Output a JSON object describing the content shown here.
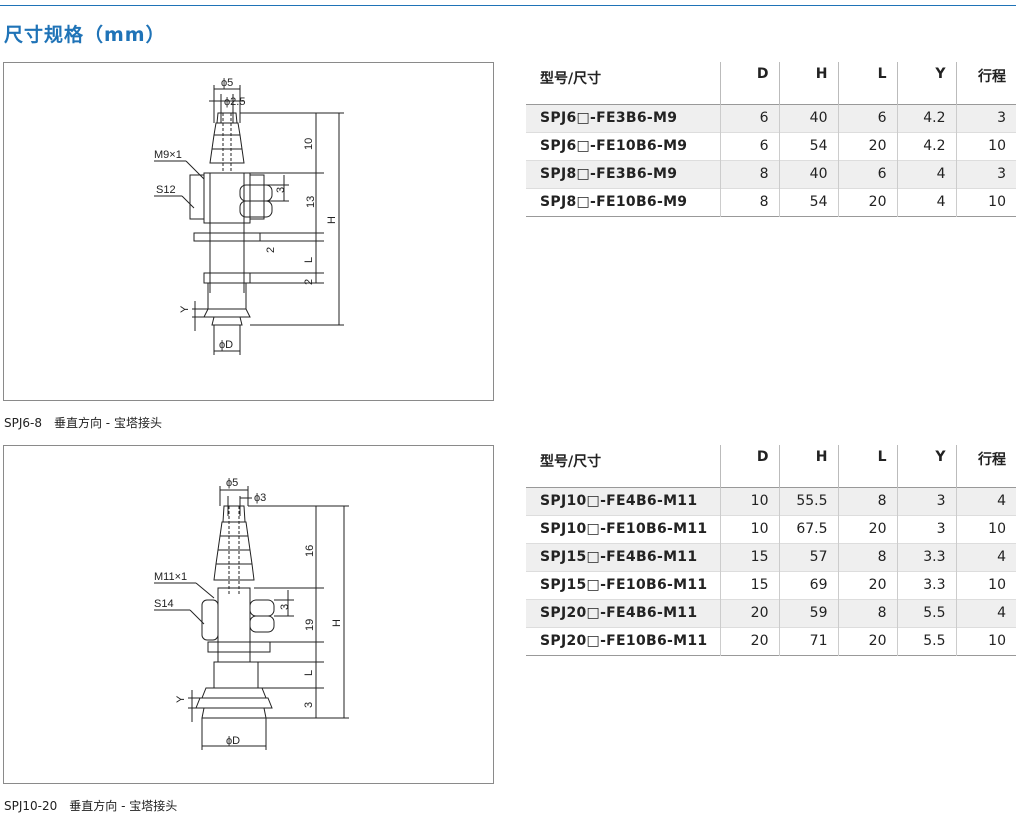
{
  "page": {
    "title": "尺寸规格（mm）"
  },
  "sections": [
    {
      "caption": "SPJ6-8　垂直方向 - 宝塔接头",
      "drawing": {
        "labels": {
          "phi5": "ϕ5",
          "phi2_5": "ϕ2.5",
          "thread": "M9×1",
          "hex": "S12",
          "dim10": "10",
          "dim3": "3",
          "dim13": "13",
          "dimH": "H",
          "dim2a": "2",
          "dimL": "L",
          "dim2b": "2",
          "dimY": "Y",
          "phiD": "ϕD"
        }
      },
      "table": {
        "headers": [
          "型号/尺寸",
          "D",
          "H",
          "L",
          "Y",
          "行程"
        ],
        "rows": [
          [
            "SPJ6□-FE3B6-M9",
            "6",
            "40",
            "6",
            "4.2",
            "3"
          ],
          [
            "SPJ6□-FE10B6-M9",
            "6",
            "54",
            "20",
            "4.2",
            "10"
          ],
          [
            "SPJ8□-FE3B6-M9",
            "8",
            "40",
            "6",
            "4",
            "3"
          ],
          [
            "SPJ8□-FE10B6-M9",
            "8",
            "54",
            "20",
            "4",
            "10"
          ]
        ]
      }
    },
    {
      "caption": "SPJ10-20　垂直方向 - 宝塔接头",
      "drawing": {
        "labels": {
          "phi5": "ϕ5",
          "phi3": "ϕ3",
          "thread": "M11×1",
          "hex": "S14",
          "dim16": "16",
          "dim3a": "3",
          "dim19": "19",
          "dimH": "H",
          "dimL": "L",
          "dim3b": "3",
          "dimY": "Y",
          "phiD": "ϕD"
        }
      },
      "table": {
        "headers": [
          "型号/尺寸",
          "D",
          "H",
          "L",
          "Y",
          "行程"
        ],
        "rows": [
          [
            "SPJ10□-FE4B6-M11",
            "10",
            "55.5",
            "8",
            "3",
            "4"
          ],
          [
            "SPJ10□-FE10B6-M11",
            "10",
            "67.5",
            "20",
            "3",
            "10"
          ],
          [
            "SPJ15□-FE4B6-M11",
            "15",
            "57",
            "8",
            "3.3",
            "4"
          ],
          [
            "SPJ15□-FE10B6-M11",
            "15",
            "69",
            "20",
            "3.3",
            "10"
          ],
          [
            "SPJ20□-FE4B6-M11",
            "20",
            "59",
            "8",
            "5.5",
            "4"
          ],
          [
            "SPJ20□-FE10B6-M11",
            "20",
            "71",
            "20",
            "5.5",
            "10"
          ]
        ]
      }
    }
  ]
}
